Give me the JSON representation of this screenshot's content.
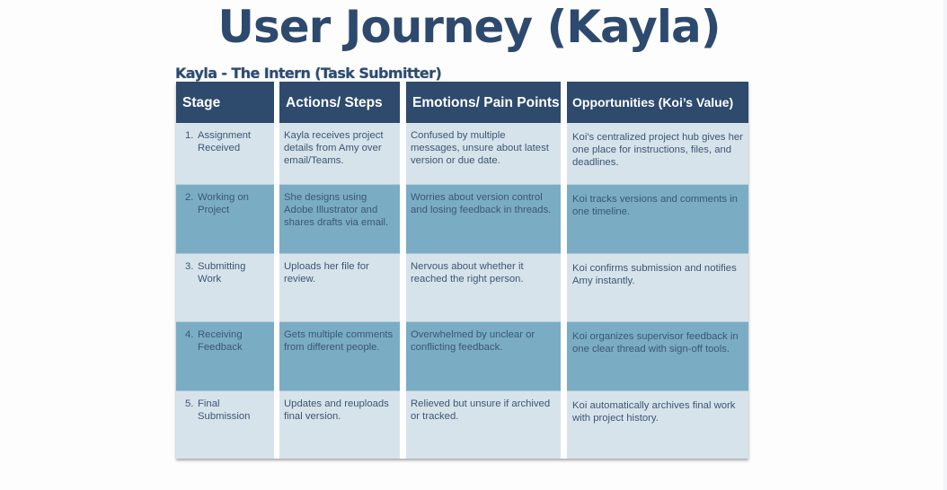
{
  "title": "User Journey (Kayla)",
  "subtitle": "Kayla - The Intern (Task Submitter)",
  "colors": {
    "title": "#2d4a6e",
    "header_bg": "#2e4a6d",
    "row_light": "#d7e3ea",
    "row_dark": "#7aadc4",
    "cell_text": "#3c5674"
  },
  "table": {
    "headers": [
      "Stage",
      "Actions/ Steps",
      "Emotions/ Pain Points",
      "Opportunities (Koi’s Value)"
    ],
    "rows": [
      {
        "num": "1.",
        "stage": "Assignment Received",
        "action": "Kayla receives project details from Amy over email/Teams.",
        "emotion": "Confused by multiple messages, unsure about latest version or due date.",
        "opportunity": "Koi's centralized project hub gives her one place for instructions, files, and deadlines."
      },
      {
        "num": "2.",
        "stage": "Working on Project",
        "action": "She designs using Adobe Illustrator and shares drafts via email.",
        "emotion": "Worries about version control and losing feedback in threads.",
        "opportunity": "Koi tracks versions and comments in one timeline."
      },
      {
        "num": "3.",
        "stage": "Submitting Work",
        "action": "Uploads her file for review.",
        "emotion": "Nervous about whether it reached the right person.",
        "opportunity": "Koi confirms submission and notifies Amy instantly."
      },
      {
        "num": "4.",
        "stage": "Receiving Feedback",
        "action": "Gets multiple comments from different people.",
        "emotion": "Overwhelmed by unclear or conflicting feedback.",
        "opportunity": "Koi organizes supervisor feedback in one clear thread with sign-off tools."
      },
      {
        "num": "5.",
        "stage": "Final Submission",
        "action": "Updates and reuploads final version.",
        "emotion": "Relieved but unsure if archived or tracked.",
        "opportunity": "Koi automatically archives final work with project history."
      }
    ]
  }
}
